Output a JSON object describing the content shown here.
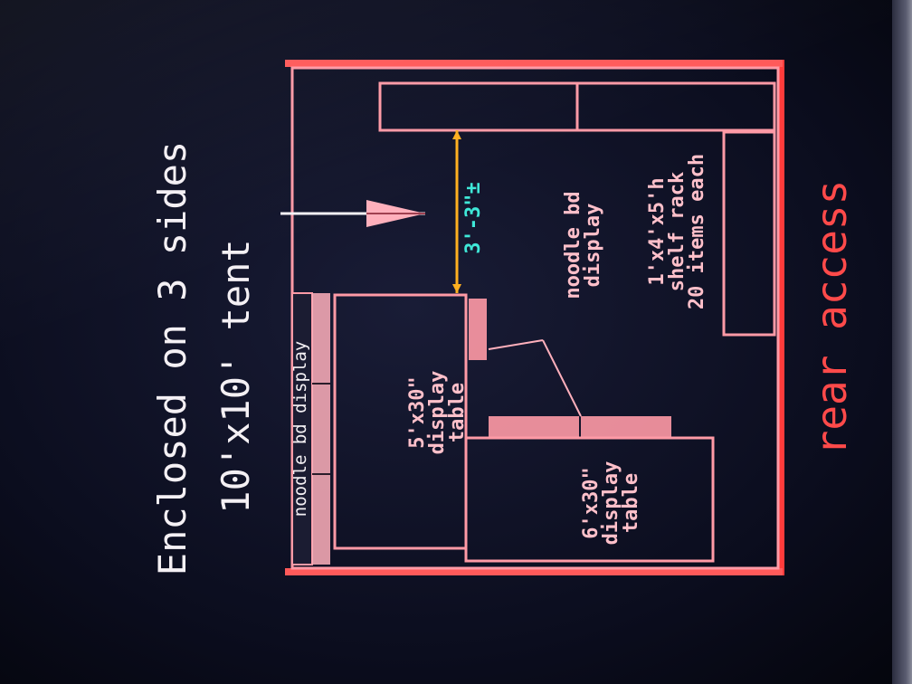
{
  "labels": {
    "rear_access": "rear access",
    "shelf_rack": [
      "1'x4'x5'h",
      "shelf rack",
      "20 items each"
    ],
    "noodle_bd_display_top": [
      "noodle bd",
      "display"
    ],
    "clearance": "3'-3\"±",
    "table_5ft": [
      "5'x30\"",
      "display",
      "table"
    ],
    "table_6ft": [
      "6'x30\"",
      "display",
      "table"
    ],
    "noodle_bd_display_bottom": "noodle bd display",
    "tent_size": "10'x10' tent",
    "enclosure": "Enclosed on 3 sides"
  },
  "colors": {
    "background": "#0b0d1e",
    "outline": "#ff9aa6",
    "wall": "#ff3b3b",
    "text": "#ffc0ca",
    "caption": "#f4f0f4",
    "dimension_line": "#ffb020",
    "dimension_text": "#3fe8d8"
  },
  "icons": {
    "entrance_arrow": "entrance-arrow-icon"
  }
}
